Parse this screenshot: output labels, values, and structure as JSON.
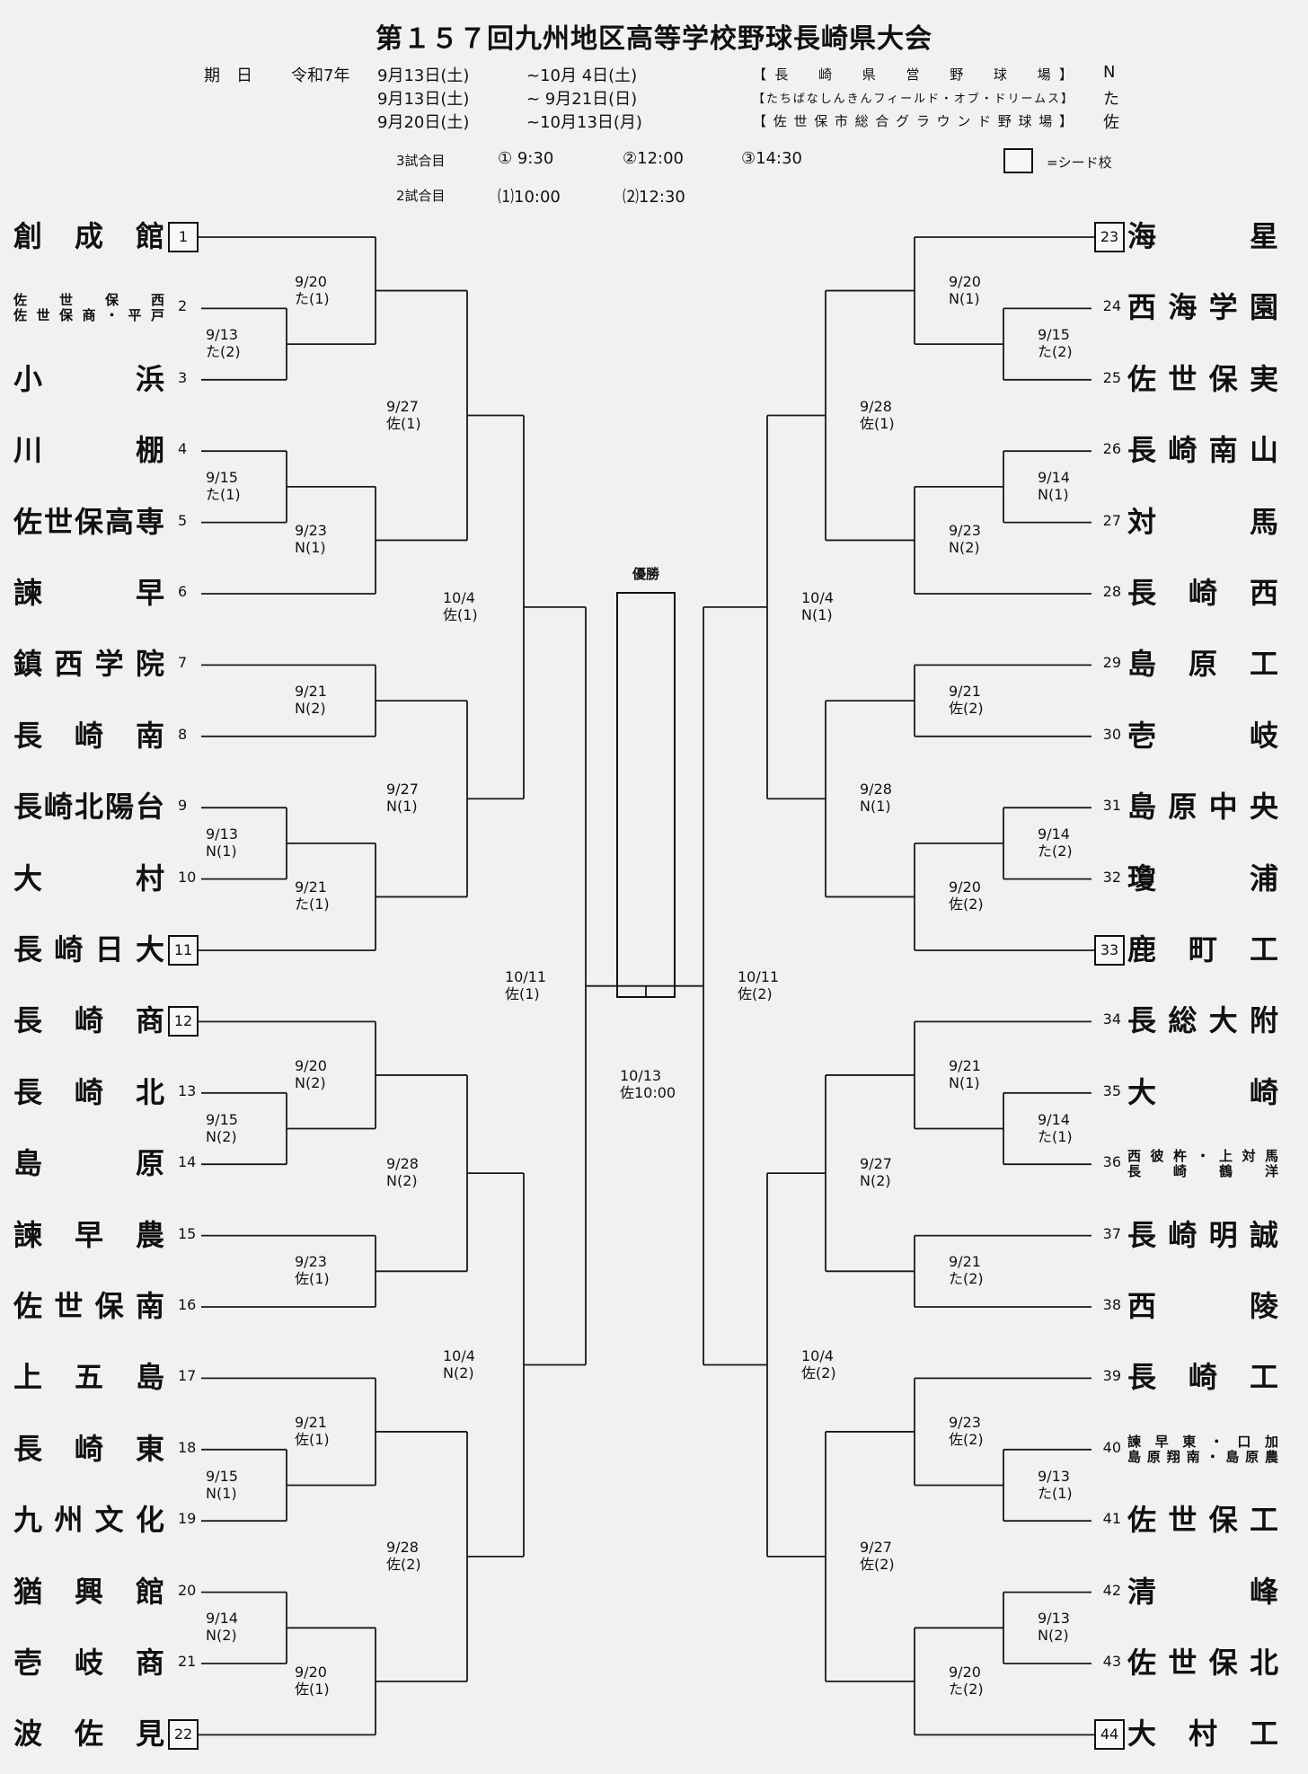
{
  "header": {
    "title": "第１５７回九州地区高等学校野球長崎県大会",
    "period_label": "期　日",
    "era": "令和7年",
    "schedule": [
      {
        "start": "9月13日(土)",
        "end": "~10月 4日(土)",
        "venue": "【長　崎　県　営　野　球　場】",
        "abbr": "N"
      },
      {
        "start": "9月13日(土)",
        "end": "~ 9月21日(日)",
        "venue": "【たちばなしんきんフィールド・オブ・ドリームス】",
        "abbr": "た"
      },
      {
        "start": "9月20日(土)",
        "end": "~10月13日(月)",
        "venue": "【佐世保市総合グラウンド野球場】",
        "abbr": "佐"
      }
    ],
    "times": [
      {
        "label": "3試合目",
        "slots": [
          "① 9:30",
          "②12:00",
          "③14:30"
        ]
      },
      {
        "label": "2試合目",
        "slots": [
          "⑴10:00",
          "⑵12:30"
        ]
      }
    ],
    "seed_legend": "=シード校"
  },
  "teams": [
    {
      "no": 1,
      "name": "創成館",
      "seed": true
    },
    {
      "no": 2,
      "lines": [
        "佐世保西",
        "佐世保商・平戸"
      ]
    },
    {
      "no": 3,
      "name": "小浜"
    },
    {
      "no": 4,
      "name": "川棚"
    },
    {
      "no": 5,
      "name": "佐世保高専"
    },
    {
      "no": 6,
      "name": "諫早"
    },
    {
      "no": 7,
      "name": "鎮西学院"
    },
    {
      "no": 8,
      "name": "長崎南"
    },
    {
      "no": 9,
      "name": "長崎北陽台"
    },
    {
      "no": 10,
      "name": "大村"
    },
    {
      "no": 11,
      "name": "長崎日大",
      "seed": true
    },
    {
      "no": 12,
      "name": "長崎商",
      "seed": true
    },
    {
      "no": 13,
      "name": "長崎北"
    },
    {
      "no": 14,
      "name": "島原"
    },
    {
      "no": 15,
      "name": "諫早農"
    },
    {
      "no": 16,
      "name": "佐世保南"
    },
    {
      "no": 17,
      "name": "上五島"
    },
    {
      "no": 18,
      "name": "長崎東"
    },
    {
      "no": 19,
      "name": "九州文化"
    },
    {
      "no": 20,
      "name": "猶興館"
    },
    {
      "no": 21,
      "name": "壱岐商"
    },
    {
      "no": 22,
      "name": "波佐見",
      "seed": true
    },
    {
      "no": 23,
      "name": "海星",
      "seed": true
    },
    {
      "no": 24,
      "name": "西海学園"
    },
    {
      "no": 25,
      "name": "佐世保実"
    },
    {
      "no": 26,
      "name": "長崎南山"
    },
    {
      "no": 27,
      "name": "対馬"
    },
    {
      "no": 28,
      "name": "長崎西"
    },
    {
      "no": 29,
      "name": "島原工"
    },
    {
      "no": 30,
      "name": "壱岐"
    },
    {
      "no": 31,
      "name": "島原中央"
    },
    {
      "no": 32,
      "name": "瓊浦"
    },
    {
      "no": 33,
      "name": "鹿町工",
      "seed": true
    },
    {
      "no": 34,
      "name": "長総大附"
    },
    {
      "no": 35,
      "name": "大崎"
    },
    {
      "no": 36,
      "lines": [
        "西彼杵・上対馬",
        "長崎鶴洋"
      ]
    },
    {
      "no": 37,
      "name": "長崎明誠"
    },
    {
      "no": 38,
      "name": "西陵"
    },
    {
      "no": 39,
      "name": "長崎工"
    },
    {
      "no": 40,
      "lines": [
        "諫早東・口加",
        "島原翔南・島原農"
      ]
    },
    {
      "no": 41,
      "name": "佐世保工"
    },
    {
      "no": 42,
      "name": "清峰"
    },
    {
      "no": 43,
      "name": "佐世保北"
    },
    {
      "no": 44,
      "name": "大村工",
      "seed": true
    }
  ],
  "final": {
    "winner_label": "優勝",
    "d": "10/13",
    "v": "佐10:00"
  },
  "bracket": {
    "left": {
      "d": "10/11",
      "v": "佐(1)",
      "a": {
        "d": "10/4",
        "v": "佐(1)",
        "a": {
          "d": "9/27",
          "v": "佐(1)",
          "a": {
            "d": "9/20",
            "v": "た(1)",
            "a": 1,
            "b": {
              "d": "9/13",
              "v": "た(2)",
              "a": 2,
              "b": 3
            }
          },
          "b": {
            "d": "9/23",
            "v": "N(1)",
            "a": {
              "d": "9/15",
              "v": "た(1)",
              "a": 4,
              "b": 5
            },
            "b": 6
          }
        },
        "b": {
          "d": "9/27",
          "v": "N(1)",
          "a": {
            "d": "9/21",
            "v": "N(2)",
            "a": 7,
            "b": 8
          },
          "b": {
            "d": "9/21",
            "v": "た(1)",
            "a": {
              "d": "9/13",
              "v": "N(1)",
              "a": 9,
              "b": 10
            },
            "b": 11
          }
        }
      },
      "b": {
        "d": "10/4",
        "v": "N(2)",
        "a": {
          "d": "9/28",
          "v": "N(2)",
          "a": {
            "d": "9/20",
            "v": "N(2)",
            "a": 12,
            "b": {
              "d": "9/15",
              "v": "N(2)",
              "a": 13,
              "b": 14
            }
          },
          "b": {
            "d": "9/23",
            "v": "佐(1)",
            "a": 15,
            "b": 16
          }
        },
        "b": {
          "d": "9/28",
          "v": "佐(2)",
          "a": {
            "d": "9/21",
            "v": "佐(1)",
            "a": 17,
            "b": {
              "d": "9/15",
              "v": "N(1)",
              "a": 18,
              "b": 19
            }
          },
          "b": {
            "d": "9/20",
            "v": "佐(1)",
            "a": {
              "d": "9/14",
              "v": "N(2)",
              "a": 20,
              "b": 21
            },
            "b": 22
          }
        }
      }
    },
    "right": {
      "d": "10/11",
      "v": "佐(2)",
      "a": {
        "d": "10/4",
        "v": "N(1)",
        "a": {
          "d": "9/28",
          "v": "佐(1)",
          "a": {
            "d": "9/20",
            "v": "N(1)",
            "a": 23,
            "b": {
              "d": "9/15",
              "v": "た(2)",
              "a": 24,
              "b": 25
            }
          },
          "b": {
            "d": "9/23",
            "v": "N(2)",
            "a": {
              "d": "9/14",
              "v": "N(1)",
              "a": 26,
              "b": 27
            },
            "b": 28
          }
        },
        "b": {
          "d": "9/28",
          "v": "N(1)",
          "a": {
            "d": "9/21",
            "v": "佐(2)",
            "a": 29,
            "b": 30
          },
          "b": {
            "d": "9/20",
            "v": "佐(2)",
            "a": {
              "d": "9/14",
              "v": "た(2)",
              "a": 31,
              "b": 32
            },
            "b": 33
          }
        }
      },
      "b": {
        "d": "10/4",
        "v": "佐(2)",
        "a": {
          "d": "9/27",
          "v": "N(2)",
          "a": {
            "d": "9/21",
            "v": "N(1)",
            "a": 34,
            "b": {
              "d": "9/14",
              "v": "た(1)",
              "a": 35,
              "b": 36
            }
          },
          "b": {
            "d": "9/21",
            "v": "た(2)",
            "a": 37,
            "b": 38
          }
        },
        "b": {
          "d": "9/27",
          "v": "佐(2)",
          "a": {
            "d": "9/23",
            "v": "佐(2)",
            "a": 39,
            "b": {
              "d": "9/13",
              "v": "た(1)",
              "a": 40,
              "b": 41
            }
          },
          "b": {
            "d": "9/20",
            "v": "た(2)",
            "a": {
              "d": "9/13",
              "v": "N(2)",
              "a": 42,
              "b": 43
            },
            "b": 44
          }
        }
      }
    }
  }
}
